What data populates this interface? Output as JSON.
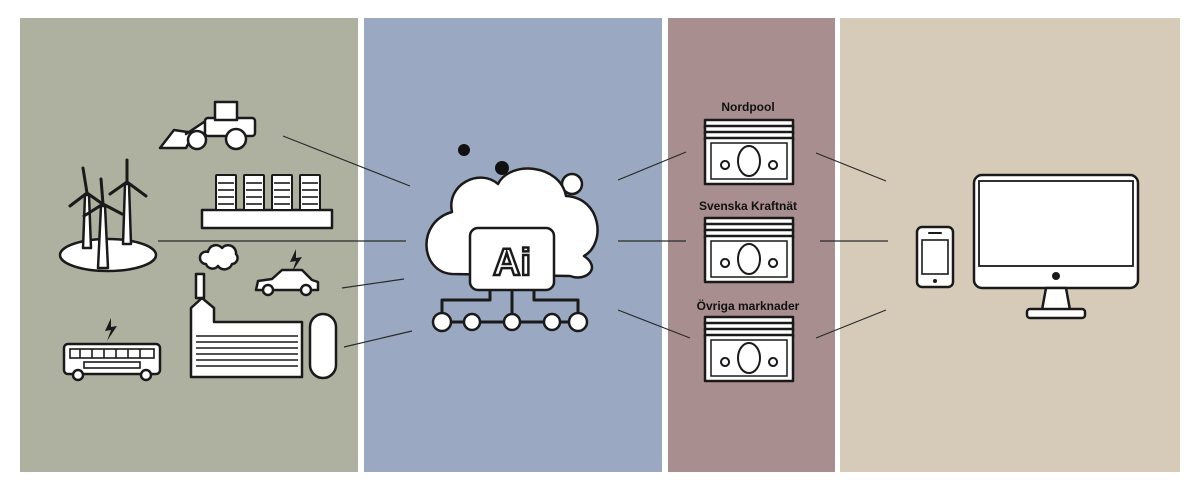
{
  "colors": {
    "panel_sources": "#aeb0a0",
    "panel_ai": "#9aa8c2",
    "panel_markets": "#a98e90",
    "panel_devices": "#d6cbb9"
  },
  "sources": {
    "icons": [
      "wheel-loader-icon",
      "battery-storage-icon",
      "wind-turbines-icon",
      "electric-car-icon",
      "factory-icon",
      "electric-bus-icon"
    ]
  },
  "ai": {
    "label": "Ai",
    "icon": "ai-cloud-icon"
  },
  "markets": {
    "items": [
      {
        "label": "Nordpool",
        "icon": "money-stack-icon"
      },
      {
        "label": "Svenska Kraftnät",
        "icon": "money-stack-icon"
      },
      {
        "label": "Övriga marknader",
        "icon": "money-stack-icon"
      }
    ]
  },
  "devices": {
    "icons": [
      "smartphone-icon",
      "desktop-monitor-icon"
    ]
  }
}
